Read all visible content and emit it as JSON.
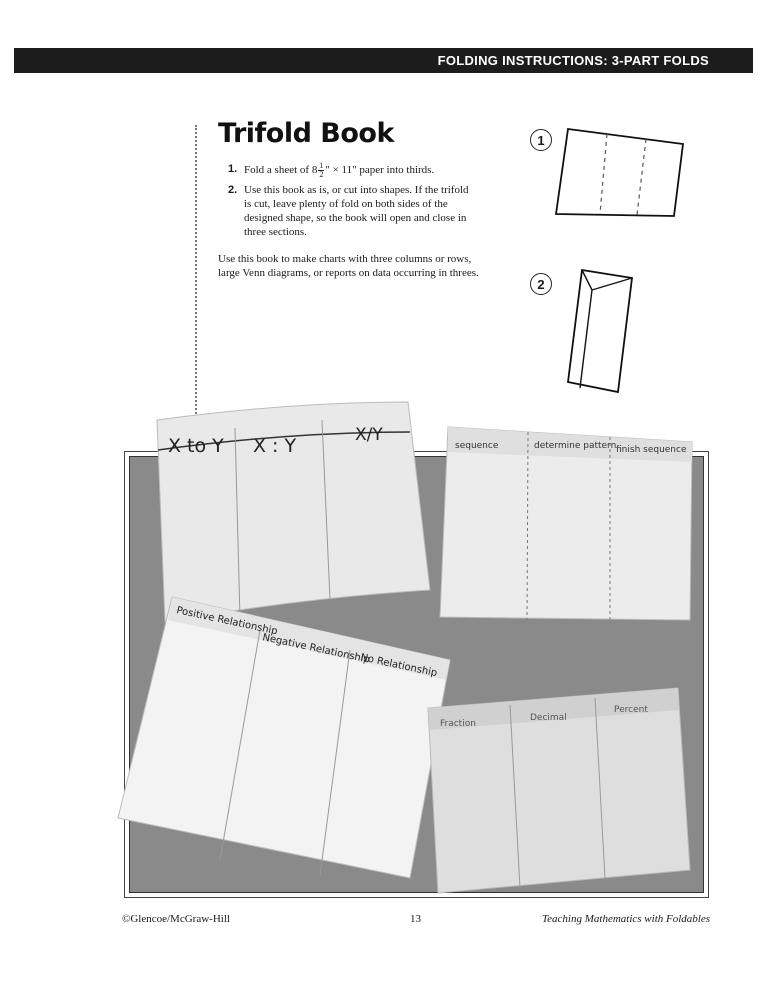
{
  "header": {
    "title": "FOLDING INSTRUCTIONS: 3-PART FOLDS"
  },
  "section": {
    "title": "Trifold Book",
    "steps": [
      {
        "number": "1.",
        "text_before": "Fold a sheet of 8",
        "fraction_numerator": "1",
        "fraction_denominator": "2",
        "text_after": "\" × 11\" paper into thirds."
      },
      {
        "number": "2.",
        "text": "Use this book as is, or cut into shapes. If the trifold is cut, leave plenty of fold on both sides of the designed shape, so the book will open and close in three sections."
      }
    ],
    "paragraph": "Use this book to make charts with three columns or rows, large Venn diagrams, or reports on data occurring in threes."
  },
  "illustrations": {
    "step1_label": "1",
    "step2_label": "2"
  },
  "photo": {
    "book1_headings": [
      "X to Y",
      "X : Y",
      "X/Y"
    ],
    "book2_headings": [
      "sequence",
      "determine pattern",
      "finish sequence"
    ],
    "book3_headings": [
      "Positive Relationship",
      "Negative Relationship",
      "No Relationship"
    ],
    "book4_headings": [
      "Fraction",
      "Decimal",
      "Percent"
    ]
  },
  "footer": {
    "copyright": "©Glencoe/McGraw-Hill",
    "page_number": "13",
    "book_title": "Teaching Mathematics with Foldables"
  },
  "colors": {
    "header_bg": "#1c1c1c",
    "photo_bg": "#8a8a8a",
    "paper": "#e8e8e8"
  }
}
